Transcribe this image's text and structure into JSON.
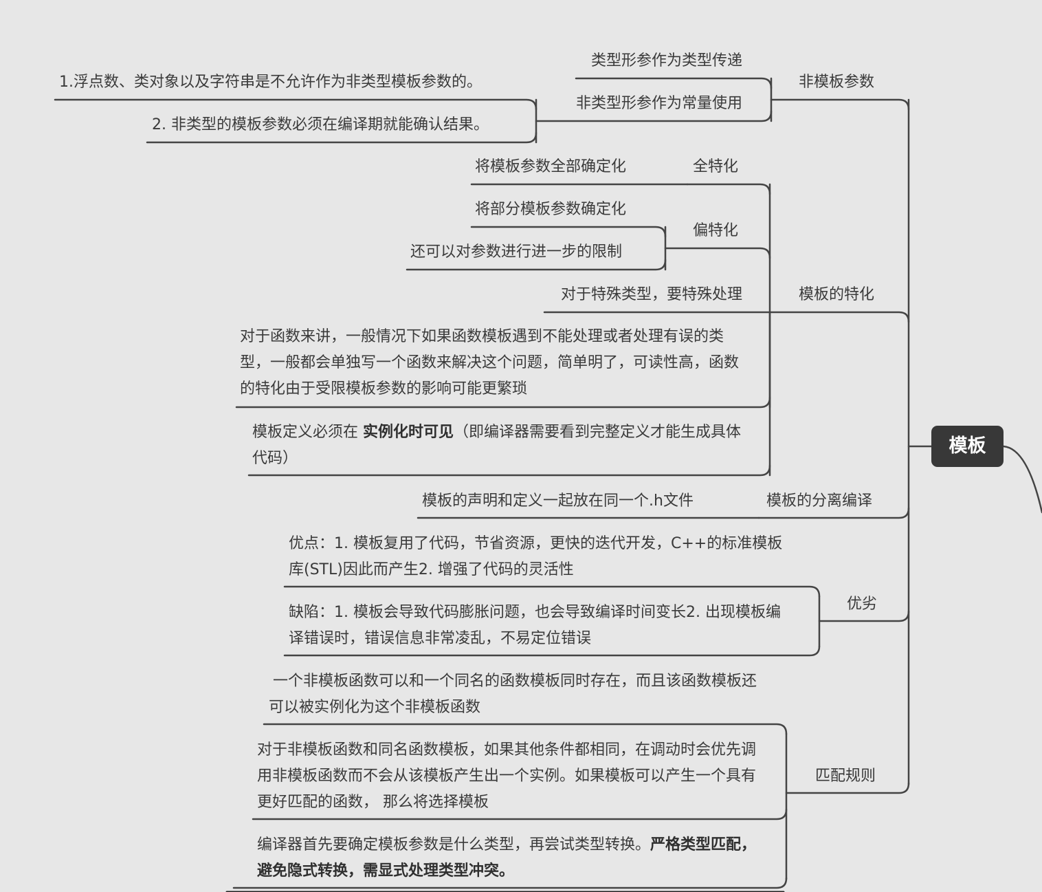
{
  "root": {
    "label": "模板"
  },
  "branches": [
    {
      "label": "非模板参数",
      "children": [
        {
          "label": "类型形参作为类型传递"
        },
        {
          "label": "非类型形参作为常量使用",
          "children": [
            {
              "label": "1.浮点数、类对象以及字符串是不允许作为非类型模板参数的。"
            },
            {
              "label": "2. 非类型的模板参数必须在编译期就能确认结果。"
            }
          ]
        }
      ]
    },
    {
      "label": "模板的特化",
      "children": [
        {
          "label": "全特化",
          "children": [
            {
              "label": "将模板参数全部确定化"
            }
          ]
        },
        {
          "label": "偏特化",
          "children": [
            {
              "label": "将部分模板参数确定化"
            },
            {
              "label": "还可以对参数进行进一步的限制"
            }
          ]
        },
        {
          "label": "对于特殊类型，要特殊处理"
        },
        {
          "label": "对于函数来讲，一般情况下如果函数模板遇到不能处理或者处理有误的类型，一般都会单独写一个函数来解决这个问题，简单明了，可读性高，函数的特化由于受限模板参数的影响可能更繁琐"
        }
      ]
    },
    {
      "label": "模板的分离编译",
      "children": [
        {
          "label_pre": "模板定义必须在 ",
          "label_bold": "实例化时可见",
          "label_post": "（即编译器需要看到完整定义才能生成具体代码）"
        },
        {
          "label": "模板的声明和定义一起放在同一个.h文件"
        }
      ]
    },
    {
      "label": "优劣",
      "children": [
        {
          "label": "优点：1. 模板复用了代码，节省资源，更快的迭代开发，C++的标准模板库(STL)因此而产生2. 增强了代码的灵活性"
        },
        {
          "label": "缺陷：1. 模板会导致代码膨胀问题，也会导致编译时间变长2. 出现模板编译错误时，错误信息非常凌乱，不易定位错误"
        }
      ]
    },
    {
      "label": "匹配规则",
      "children": [
        {
          "label": "一个非模板函数可以和一个同名的函数模板同时存在，而且该函数模板还可以被实例化为这个非模板函数"
        },
        {
          "label": "对于非模板函数和同名函数模板，如果其他条件都相同，在调动时会优先调用非模板函数而不会从该模板产生出一个实例。如果模板可以产生一个具有更好匹配的函数， 那么将选择模板"
        },
        {
          "label_pre": "编译器首先要确定模板参数是什么类型，再尝试类型转换。",
          "label_bold": "严格类型匹配，避免隐式转换，需显式处理类型冲突。"
        }
      ]
    }
  ]
}
